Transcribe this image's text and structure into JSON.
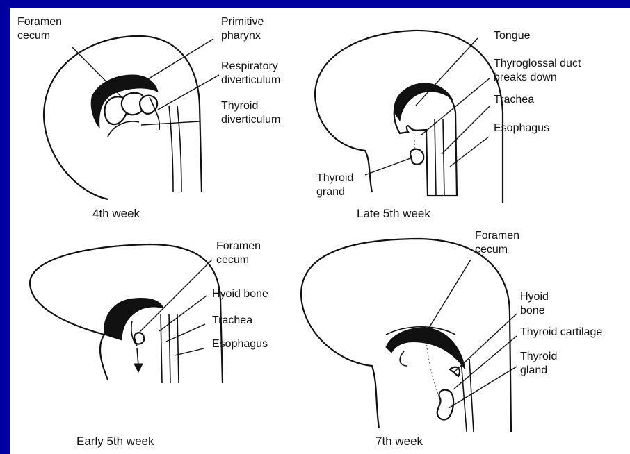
{
  "panels": {
    "week4": {
      "caption": "4th week",
      "labels": {
        "foramen_cecum": "Foramen\ncecum",
        "primitive_pharynx": "Primitive\npharynx",
        "respiratory_diverticulum": "Respiratory\ndiverticulum",
        "thyroid_diverticulum": "Thyroid\ndiverticulum"
      }
    },
    "late5": {
      "caption": "Late 5th week",
      "labels": {
        "tongue": "Tongue",
        "thyroglossal_duct": "Thyroglossal duct\nbreaks down",
        "trachea": "Trachea",
        "esophagus": "Esophagus",
        "thyroid_grand": "Thyroid\ngrand"
      }
    },
    "early5": {
      "caption": "Early 5th week",
      "labels": {
        "foramen_cecum": "Foramen\ncecum",
        "hyoid_bone": "Hyoid bone",
        "trachea": "Trachea",
        "esophagus": "Esophagus"
      }
    },
    "week7": {
      "caption": "7th week",
      "labels": {
        "foramen_cecum": "Foramen\ncecum",
        "hyoid_bone": "Hyoid\nbone",
        "thyroid_cartilage": "Thyroid cartilage",
        "thyroid_gland": "Thyroid\ngland"
      }
    }
  },
  "colors": {
    "frame": "#00009e",
    "background": "#ffffff",
    "ink": "#111111"
  }
}
